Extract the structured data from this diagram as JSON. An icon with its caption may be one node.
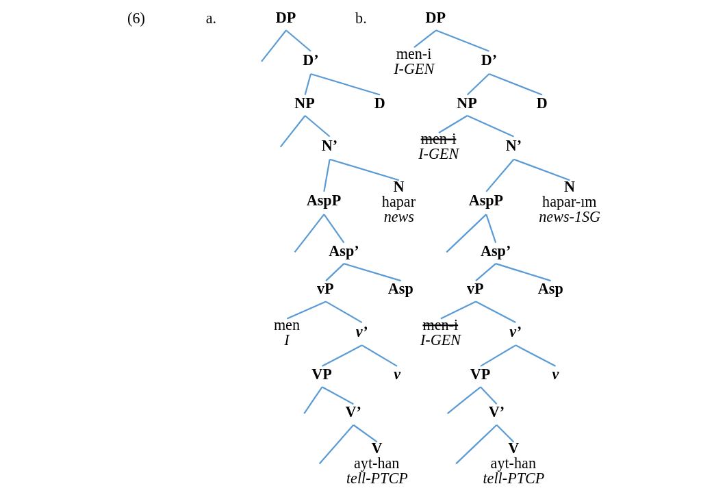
{
  "diagram": {
    "nodes": [
      {
        "text": [
          "DP"
        ]
      },
      {
        "text": [
          "D’"
        ]
      },
      {
        "text": [
          "NP"
        ]
      },
      {
        "text": [
          "D"
        ]
      },
      {
        "text": [
          "N’"
        ]
      },
      {
        "text": [
          "AspP"
        ]
      },
      {
        "text": [
          "N",
          "hapar",
          "news"
        ]
      },
      {
        "text": [
          "Asp’"
        ]
      },
      {
        "text": [
          "vP"
        ]
      },
      {
        "text": [
          "Asp"
        ]
      },
      {
        "text": [
          "men",
          "I"
        ]
      },
      {
        "text": [
          "v’"
        ]
      },
      {
        "text": [
          "VP"
        ]
      },
      {
        "text": [
          "v"
        ]
      },
      {
        "text": [
          "V’"
        ]
      },
      {
        "text": [
          "V",
          "ayt-han",
          "tell-PTCP"
        ]
      },
      {
        "text": [
          "DP"
        ]
      },
      {
        "text": [
          "men-i",
          "I-GEN"
        ]
      },
      {
        "text": [
          "D’"
        ]
      },
      {
        "text": [
          "NP"
        ]
      },
      {
        "text": [
          "D"
        ]
      },
      {
        "text": [
          "men-i",
          "I-GEN"
        ]
      },
      {
        "text": [
          "N’"
        ]
      },
      {
        "text": [
          "AspP"
        ]
      },
      {
        "text": [
          "N",
          "hapar-ım",
          "news-1SG"
        ]
      },
      {
        "text": [
          "Asp’"
        ]
      },
      {
        "text": [
          "vP"
        ]
      },
      {
        "text": [
          "Asp"
        ]
      },
      {
        "text": [
          "men-i",
          "I-GEN"
        ]
      },
      {
        "text": [
          "v’"
        ]
      },
      {
        "text": [
          "VP"
        ]
      },
      {
        "text": [
          "v"
        ]
      },
      {
        "text": [
          "V’"
        ]
      },
      {
        "text": [
          "V",
          "ayt-han",
          "tell-PTCP"
        ]
      }
    ],
    "edges": [
      {
        "from": 0,
        "to": null,
        "arrow": "none"
      },
      {
        "from": 0,
        "to": 1,
        "arrow": "none"
      },
      {
        "from": 1,
        "to": 2,
        "arrow": "none"
      },
      {
        "from": 1,
        "to": 3,
        "arrow": "none"
      },
      {
        "from": 2,
        "to": null,
        "arrow": "none"
      },
      {
        "from": 2,
        "to": 4,
        "arrow": "none"
      },
      {
        "from": 4,
        "to": 5,
        "arrow": "none"
      },
      {
        "from": 4,
        "to": 6,
        "arrow": "none"
      },
      {
        "from": 5,
        "to": null,
        "arrow": "none"
      },
      {
        "from": 5,
        "to": 7,
        "arrow": "none"
      },
      {
        "from": 7,
        "to": 8,
        "arrow": "none"
      },
      {
        "from": 7,
        "to": 9,
        "arrow": "none"
      },
      {
        "from": 8,
        "to": 10,
        "arrow": "none"
      },
      {
        "from": 8,
        "to": 11,
        "arrow": "none"
      },
      {
        "from": 11,
        "to": 12,
        "arrow": "none"
      },
      {
        "from": 11,
        "to": 13,
        "arrow": "none"
      },
      {
        "from": 12,
        "to": null,
        "arrow": "none"
      },
      {
        "from": 12,
        "to": 14,
        "arrow": "none"
      },
      {
        "from": 14,
        "to": null,
        "arrow": "none"
      },
      {
        "from": 14,
        "to": 15,
        "arrow": "none"
      },
      {
        "from": 16,
        "to": 17,
        "arrow": "none"
      },
      {
        "from": 16,
        "to": 18,
        "arrow": "none"
      },
      {
        "from": 18,
        "to": 19,
        "arrow": "none"
      },
      {
        "from": 18,
        "to": 20,
        "arrow": "none"
      },
      {
        "from": 19,
        "to": 21,
        "arrow": "none"
      },
      {
        "from": 19,
        "to": 22,
        "arrow": "none"
      },
      {
        "from": 22,
        "to": 23,
        "arrow": "none"
      },
      {
        "from": 22,
        "to": 24,
        "arrow": "none"
      },
      {
        "from": 23,
        "to": null,
        "arrow": "none"
      },
      {
        "from": 23,
        "to": 25,
        "arrow": "none"
      },
      {
        "from": 25,
        "to": 26,
        "arrow": "none"
      },
      {
        "from": 25,
        "to": 27,
        "arrow": "none"
      },
      {
        "from": 26,
        "to": 28,
        "arrow": "none"
      },
      {
        "from": 26,
        "to": 29,
        "arrow": "none"
      },
      {
        "from": 29,
        "to": 30,
        "arrow": "none"
      },
      {
        "from": 29,
        "to": 31,
        "arrow": "none"
      },
      {
        "from": 30,
        "to": null,
        "arrow": "none"
      },
      {
        "from": 30,
        "to": 32,
        "arrow": "none"
      },
      {
        "from": 32,
        "to": null,
        "arrow": "none"
      },
      {
        "from": 32,
        "to": 33,
        "arrow": "none"
      }
    ],
    "labels": [
      "(6)",
      "a.",
      "b."
    ]
  }
}
